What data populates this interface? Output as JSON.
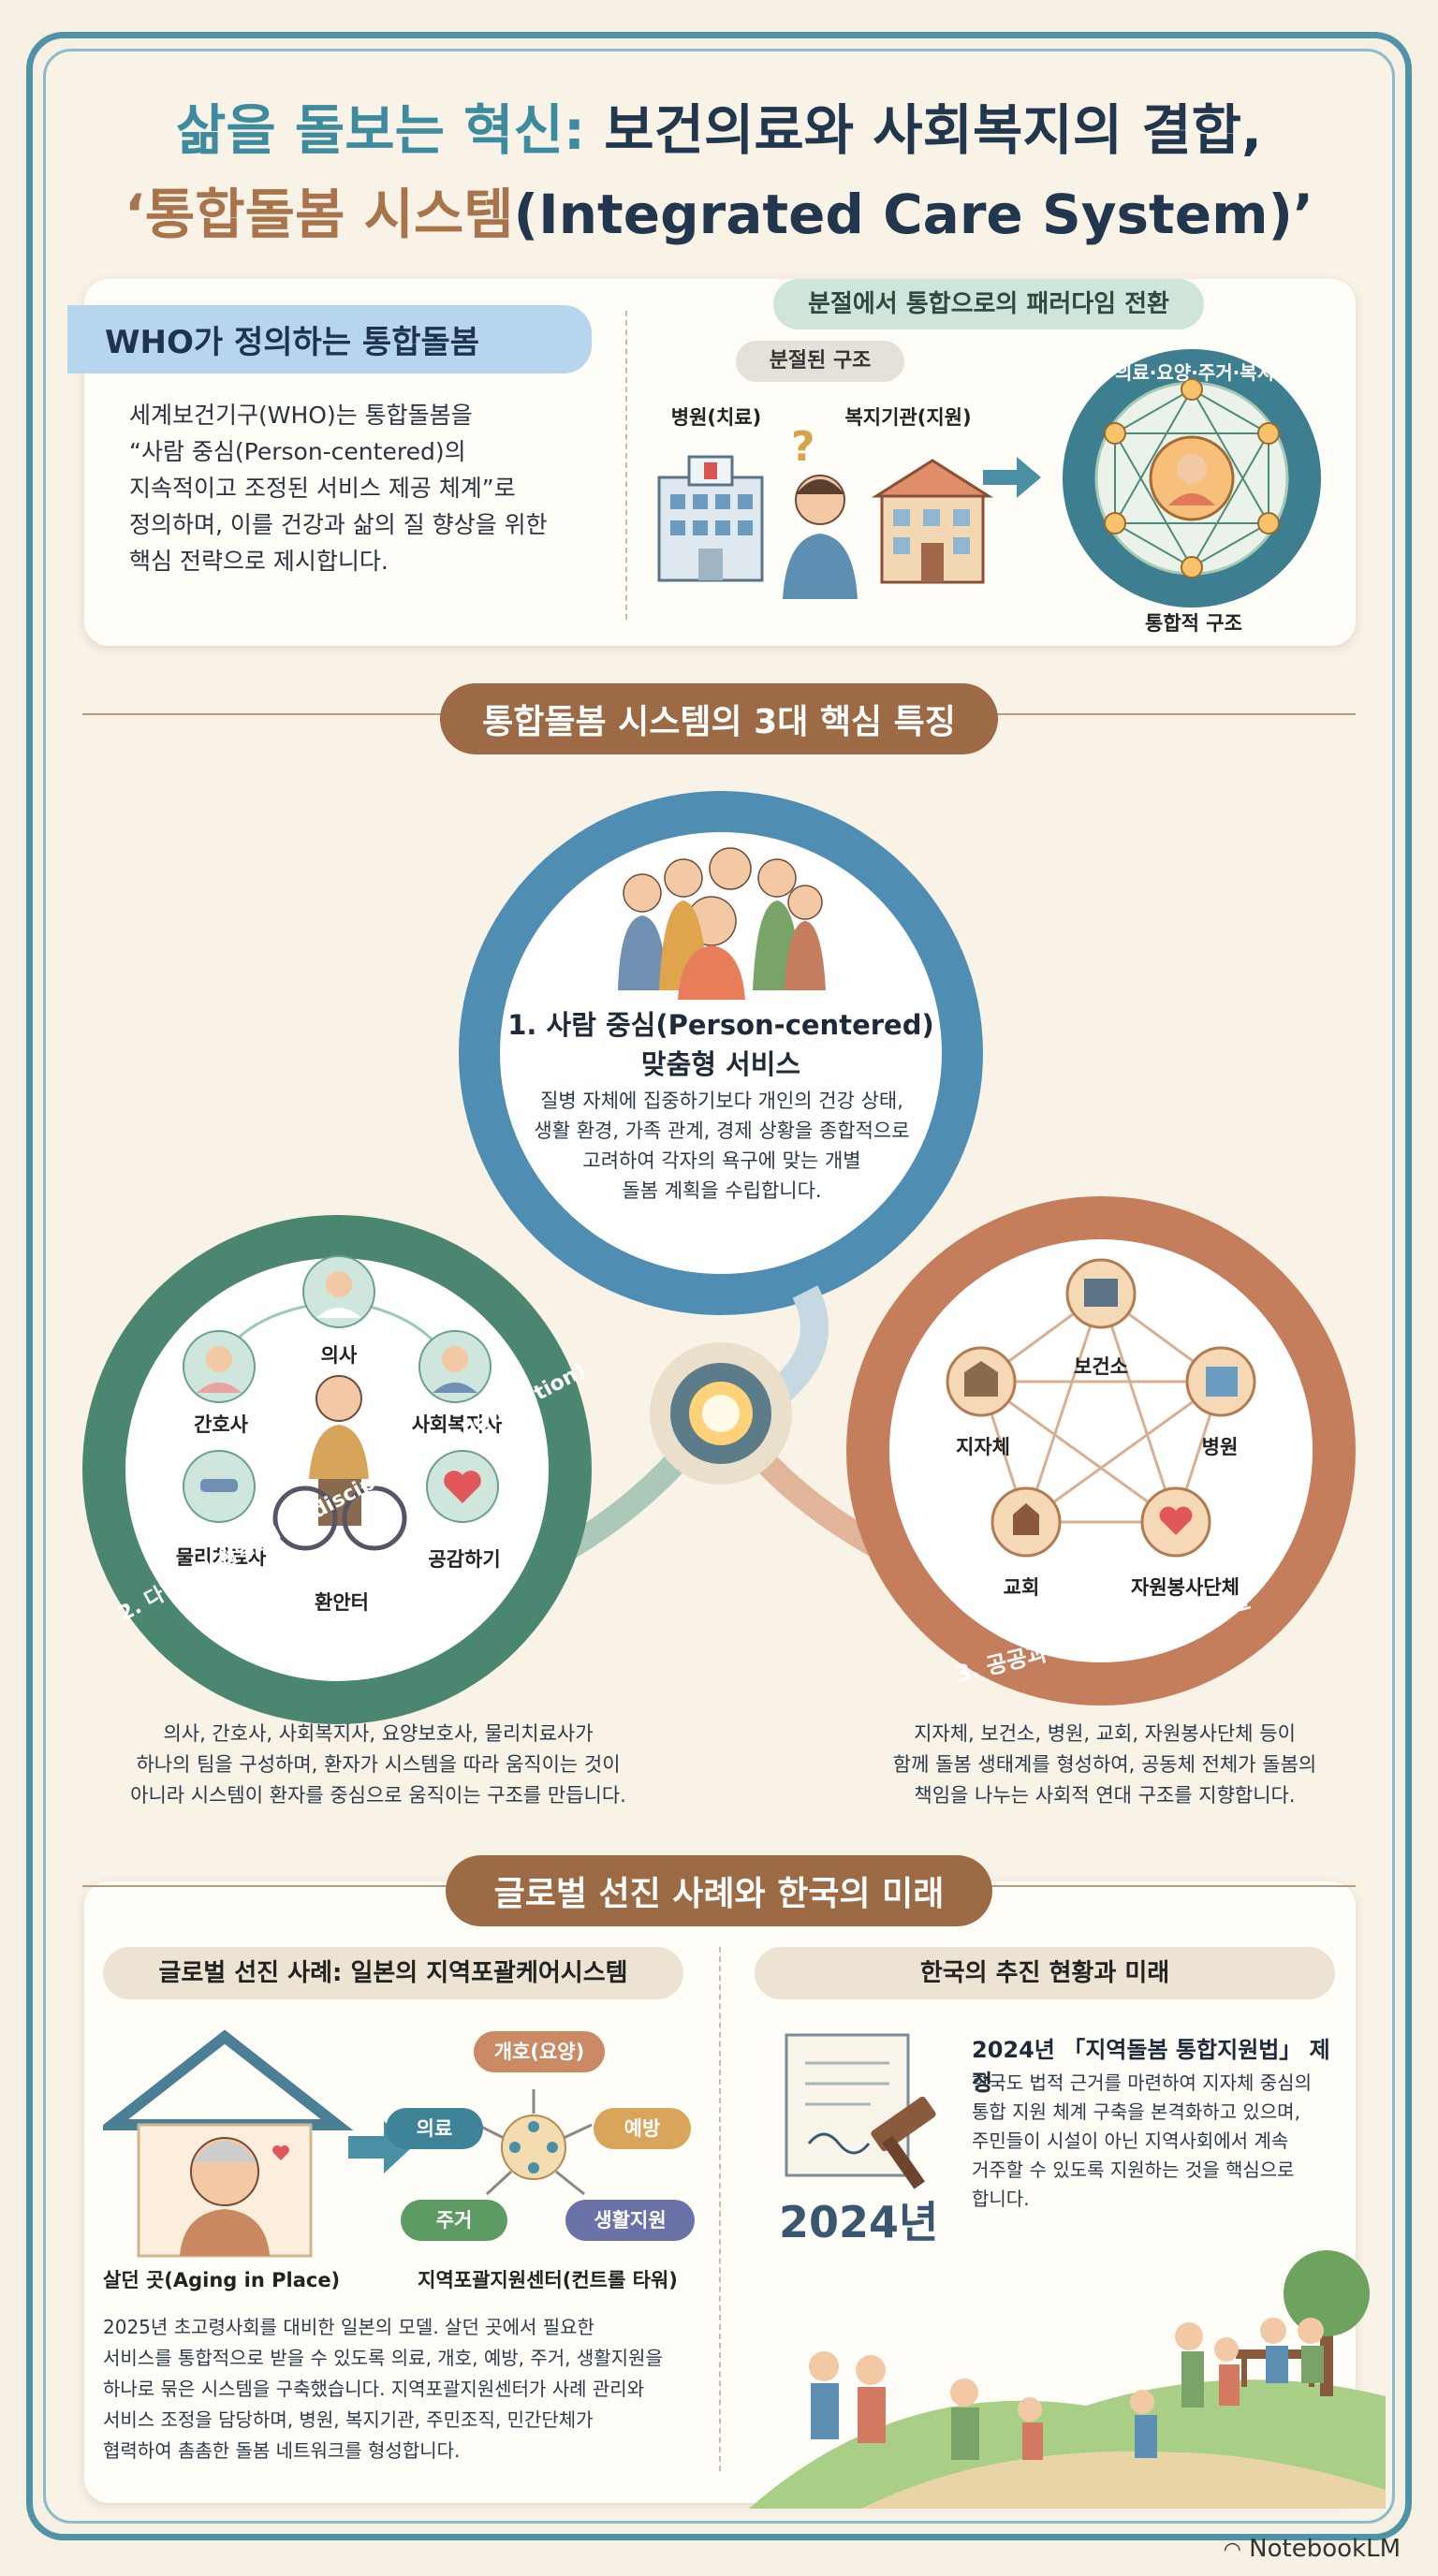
{
  "title": {
    "part1_accent": "삶을 돌보는 혁신:",
    "part1_rest": " 보건의료와 사회복지의 결합,",
    "part2_accent": "‘통합돌봄 시스템",
    "part2_rest": "(Integrated Care System)’"
  },
  "who": {
    "heading": "WHO가 정의하는 통합돌봄",
    "lines": [
      "세계보건기구(WHO)는 통합돌봄을",
      "“사람 중심(Person-centered)의",
      "지속적이고 조정된 서비스 제공 체계”로",
      "정의하며, 이를 건강과 삶의 질 향상을 위한",
      "핵심 전략으로 제시합니다."
    ]
  },
  "paradigm": {
    "heading": "분절에서 통합으로의 패러다임 전환",
    "fragmented_label": "분절된 구조",
    "hospital_label": "병원(치료)",
    "welfare_label": "복지기관(지원)",
    "question": "?",
    "ring_text": "의료·요양·주거·복지",
    "integrated_label": "통합적 구조"
  },
  "section1": {
    "heading": "통합돌봄 시스템의 3대 핵심 특징"
  },
  "feature1": {
    "title_line1": "1. 사람 중심(Person-centered)",
    "title_line2": "맞춤형 서비스",
    "lines": [
      "질병 자체에 집중하기보다 개인의 건강 상태,",
      "생활 환경, 가족 관계, 경제 상황을 종합적으로",
      "고려하여 각자의 욕구에 맞는 개별",
      "돌봄 계획을 수립합니다."
    ]
  },
  "feature2": {
    "arc_title": "2. 다학제적 협력(Multidisciplinary Collaboration)",
    "nodes": {
      "doctor": "의사",
      "nurse": "간호사",
      "social": "사회복지사",
      "physio": "물리치료사",
      "empathy": "공감하기",
      "patient": "환안터"
    },
    "lines": [
      "의사, 간호사, 사회복지사, 요양보호사, 물리치료사가",
      "하나의 팀을 구성하며, 환자가 시스템을 따라 움직이는 것이",
      "아니라 시스템이 환자를 중심으로 움직이는 구조를 만듭니다."
    ]
  },
  "feature3": {
    "arc_title": "3. 공공과 민간의 협력 네트워크",
    "nodes": {
      "health_center": "보건소",
      "local_gov": "지자체",
      "hospital": "병원",
      "church": "교회",
      "volunteer": "자원봉사단체"
    },
    "lines": [
      "지자체, 보건소, 병원, 교회, 자원봉사단체 등이",
      "함께 돌봄 생태계를 형성하여, 공동체 전체가 돌봄의",
      "책임을 나누는 사회적 연대 구조를 지향합니다."
    ]
  },
  "section2": {
    "heading": "글로벌 선진 사례와 한국의 미래"
  },
  "japan": {
    "heading": "글로벌 선진 사례: 일본의 지역포괄케어시스템",
    "home_label": "살던 곳(Aging in Place)",
    "center_label": "지역포괄지원센터(컨트롤 타워)",
    "services": {
      "care": "개호(요양)",
      "medical": "의료",
      "prevention": "예방",
      "housing": "주거",
      "living": "생활지원"
    },
    "lines": [
      "2025년 초고령사회를 대비한 일본의 모델. 살던 곳에서 필요한",
      "서비스를 통합적으로 받을 수 있도록 의료, 개호, 예방, 주거, 생활지원을",
      "하나로 묶은 시스템을 구축했습니다. 지역포괄지원센터가 사례 관리와",
      "서비스 조정을 담당하며, 병원, 복지기관, 주민조직, 민간단체가",
      "협력하여 촘촘한 돌봄 네트워크를 형성합니다."
    ]
  },
  "korea": {
    "heading": "한국의 추진 현황과 미래",
    "year": "2024년",
    "law_title": "2024년 「지역돌봄 통합지원법」 제정",
    "lines": [
      "한국도 법적 근거를 마련하여 지자체 중심의",
      "통합 지원 체계 구축을 본격화하고 있으며,",
      "주민들이 시설이 아닌 지역사회에서 계속",
      "거주할 수 있도록 지원하는 것을 핵심으로",
      "합니다."
    ]
  },
  "brand": "NotebookLM"
}
